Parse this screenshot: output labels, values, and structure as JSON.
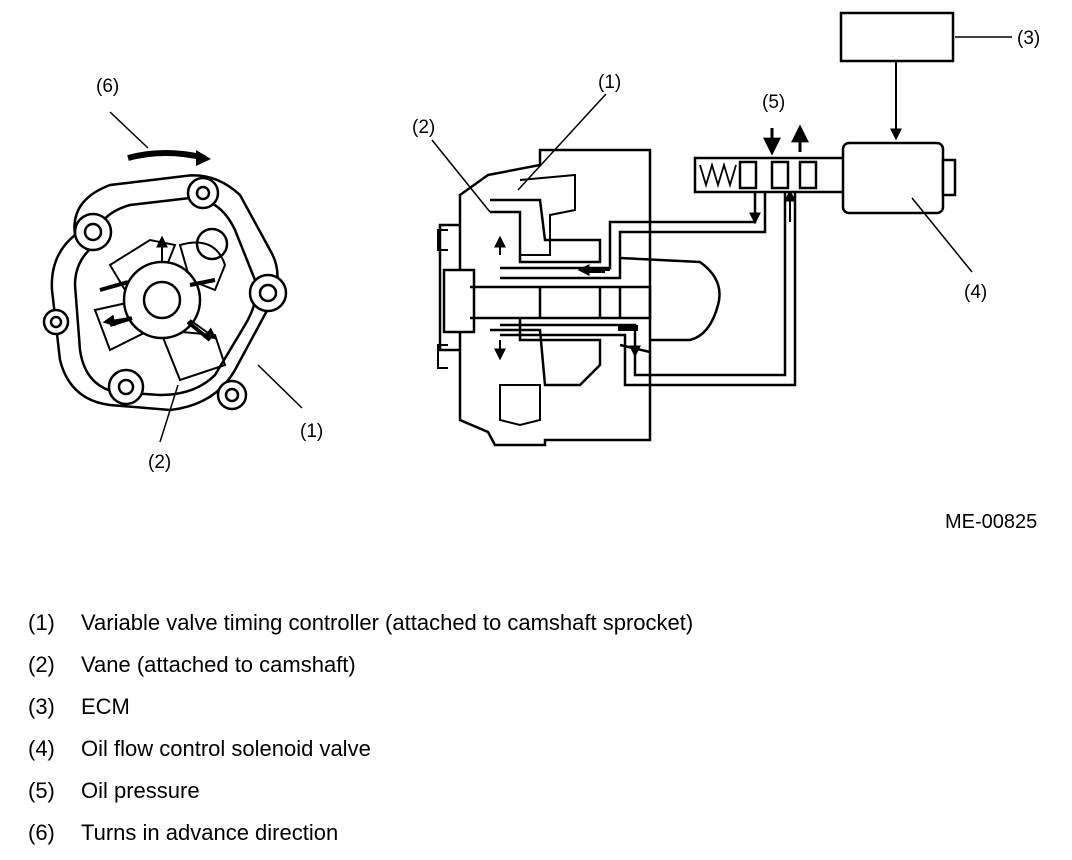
{
  "callouts": {
    "left": {
      "c6": "(6)",
      "c1": "(1)",
      "c2": "(2)"
    },
    "right": {
      "c1": "(1)",
      "c2": "(2)",
      "c3": "(3)",
      "c4": "(4)",
      "c5": "(5)"
    }
  },
  "figure_code": "ME-00825",
  "legend": [
    {
      "num": "(1)",
      "text": "Variable valve timing controller (attached to camshaft sprocket)"
    },
    {
      "num": "(2)",
      "text": "Vane (attached to camshaft)"
    },
    {
      "num": "(3)",
      "text": "ECM"
    },
    {
      "num": "(4)",
      "text": "Oil flow control solenoid valve"
    },
    {
      "num": "(5)",
      "text": "Oil pressure"
    },
    {
      "num": "(6)",
      "text": "Turns in advance direction"
    }
  ]
}
